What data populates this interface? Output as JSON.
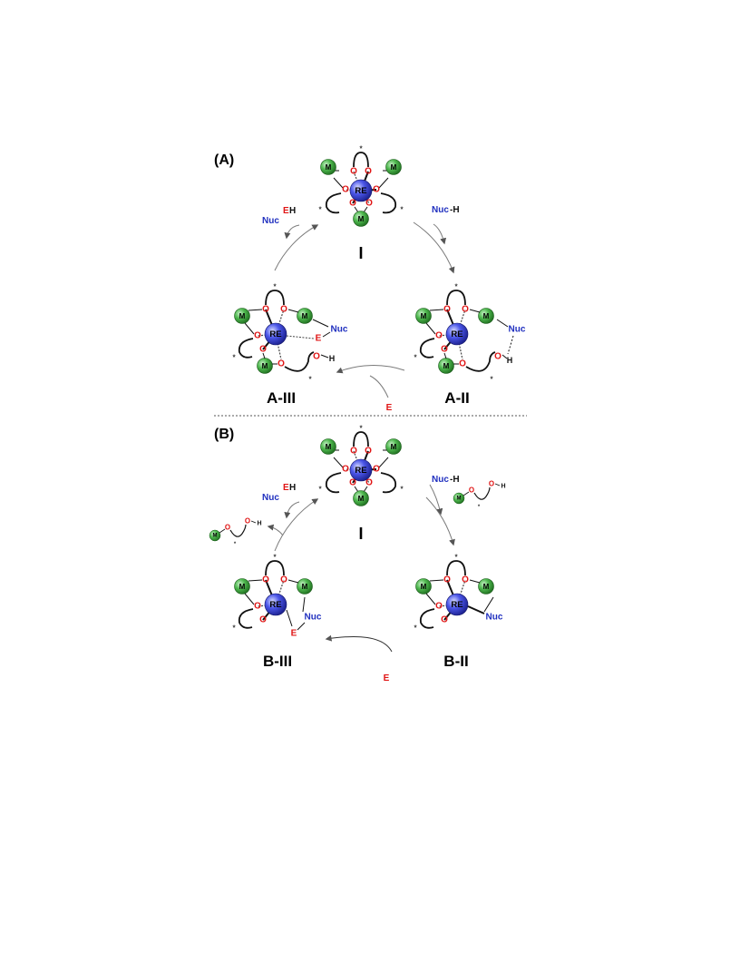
{
  "panels": {
    "a": {
      "label": "(A)"
    },
    "b": {
      "label": "(B)"
    }
  },
  "species": {
    "i_top": "I",
    "a_ii": "A-II",
    "a_iii": "A-III",
    "i_bottom": "I",
    "b_ii": "B-II",
    "b_iii": "B-III"
  },
  "atoms": {
    "metal": "M",
    "rare_earth": "RE",
    "oxygen": "O",
    "hydrogen": "H",
    "star": "*"
  },
  "reagents": {
    "nucleophile": "Nuc",
    "nuc_h_prefix": "Nuc",
    "nuc_h_suffix": "-H",
    "electrophile": "E"
  },
  "colors": {
    "metal_sphere": "#3fa63f",
    "rare_earth_sphere": "#2b35d6",
    "oxygen": "#e01414",
    "nucleophile": "#1f2fbf",
    "electrophile": "#e01414",
    "divider": "#555555",
    "arrow": "#7a7a7a"
  }
}
